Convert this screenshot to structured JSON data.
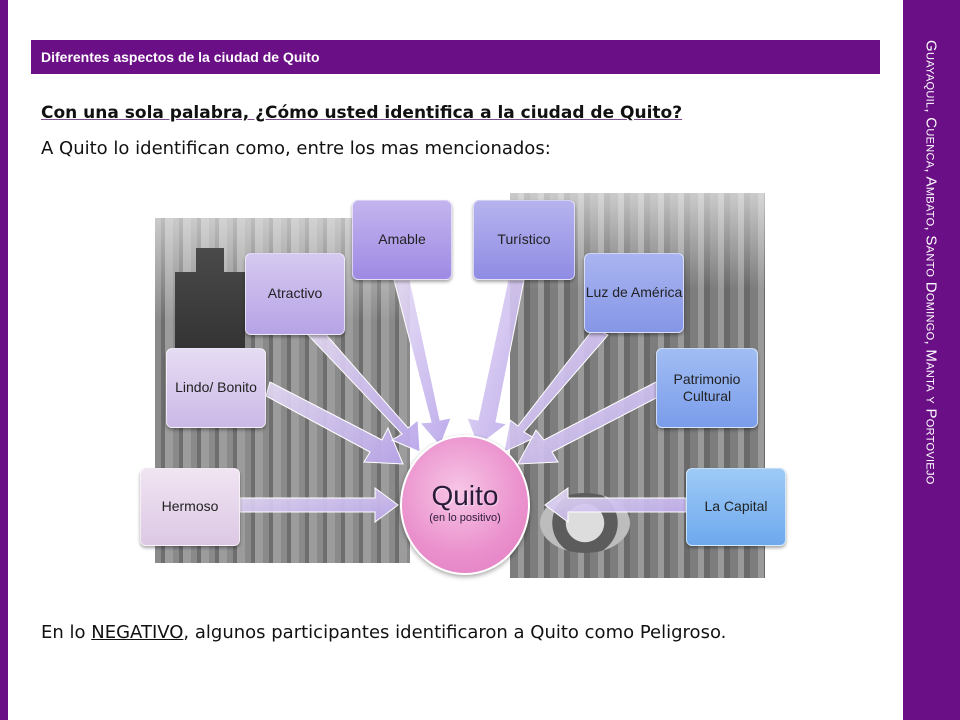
{
  "slide": {
    "side_title": "Guayaquil, Cuenca, Ambato, Santo Domingo, Manta y Portoviejo",
    "header": "Diferentes aspectos de la ciudad de Quito",
    "question": "Con una sola palabra, ¿Cómo usted identifica a la ciudad de Quito?",
    "intro": "A Quito lo identifican como, entre los mas mencionados:",
    "negative": {
      "before": "En lo ",
      "word": "NEGATIVO",
      "after": ", algunos participantes identificaron a Quito como Peligroso."
    }
  },
  "diagram": {
    "center": {
      "title": "Quito",
      "subtitle": "(en lo positivo)",
      "color": "#ea8fcc"
    },
    "nodes": {
      "hermoso": "Hermoso",
      "lindo": "Lindo/ Bonito",
      "atractivo": "Atractivo",
      "amable": "Amable",
      "turistico": "Turístico",
      "luz": "Luz de América",
      "patrimonio": "Patrimonio Cultural",
      "capital": "La Capital"
    }
  },
  "colors": {
    "purple": "#6b0f86",
    "text": "#111111"
  }
}
